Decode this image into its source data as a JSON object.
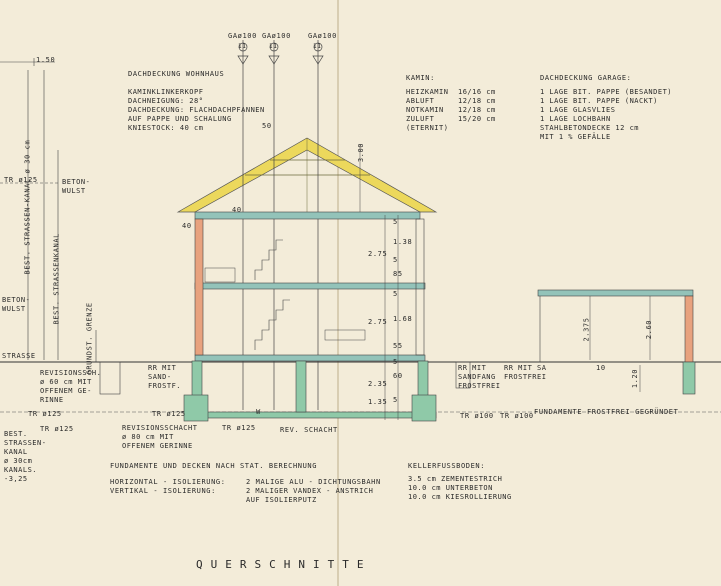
{
  "title": "QUERSCHNITTE",
  "left_labels": {
    "dim_top": "1.50",
    "tr_top": "TR ø125",
    "beton_wulst_top": [
      "BETON-",
      "WULST"
    ],
    "kanal_left": "BEST. STRASSEN-KANAL ø 30 cm",
    "kanal_right": "BEST. STRASSENKANAL",
    "beton_wulst_left": [
      "BETON-",
      "WULST"
    ],
    "strasse": "STRASSE",
    "grundst": "GRUNDST. GRENZE",
    "revisionssch": [
      "REVISIONSSCH.",
      "ø 60 cm MIT",
      "OFFENEM GE-",
      "RINNE"
    ],
    "tr_mid": "TR ø125",
    "tr_low": "TR ø125",
    "best_kanal": [
      "BEST.",
      "STRASSEN-",
      "KANAL",
      "ø 30cm",
      "KANALS.",
      "-3,25"
    ]
  },
  "vent_labels": [
    "GAø100",
    "GAø100",
    "GAø100"
  ],
  "vent_marks": [
    "11",
    "11",
    "11"
  ],
  "dachdeckung_wohnhaus": {
    "heading": "DACHDECKUNG WOHNHAUS",
    "lines": [
      "KAMINKLINKERKOPF",
      "DACHNEIGUNG: 28°",
      "DACHDECKUNG: FLACHDACHPFANNEN",
      "AUF PAPPE UND SCHALUNG",
      "KNIESTOCK: 40 cm"
    ]
  },
  "kamin": {
    "heading": "KAMIN:",
    "rows": [
      {
        "name": "HEIZKAMIN",
        "size": "16/16 cm"
      },
      {
        "name": "ABLUFT",
        "size": "12/18 cm"
      },
      {
        "name": "NOTKAMIN",
        "size": "12/18 cm"
      },
      {
        "name": "ZULUFT",
        "size": "15/20 cm"
      },
      {
        "name": "(ETERNIT)",
        "size": ""
      }
    ]
  },
  "dachdeckung_garage": {
    "heading": "DACHDECKUNG GARAGE:",
    "lines": [
      "1 LAGE BIT. PAPPE (BESANDET)",
      "1 LAGE BIT. PAPPE (NACKT)",
      "1 LAGE GLASVLIES",
      "1 LAGE LOCHBAHN",
      "STAHLBETONDECKE 12 cm",
      "MIT 1 % GEFÄLLE"
    ]
  },
  "section_labels": {
    "dim_50": "50",
    "dim_300": "3.00",
    "dim_40a": "40",
    "dim_40b": "40",
    "dims_right": [
      "5",
      "1.38",
      "5",
      "2.75",
      "85",
      "5",
      "1.68",
      "2.75",
      "55",
      "5",
      "60",
      "2.35",
      "1.35",
      "5"
    ],
    "rr_left": [
      "RR MIT",
      "SAND-",
      "FROSTF."
    ],
    "rr_right": [
      "RR MIT",
      "SANDFANG",
      "FROSTFREI"
    ],
    "rr_garage": [
      "RR MIT SA",
      "FROSTFREI"
    ],
    "tr_125_a": "TR ø125",
    "tr_125_b": "TR ø125",
    "tr_100a": "TR ø100",
    "tr_100b": "TR ø100",
    "rev_schacht": "REV. SCHACHT",
    "w_mark": "W",
    "revisionsschacht": [
      "REVISIONSSCHACHT",
      "ø 80 cm MIT",
      "OFFENEM GERINNE"
    ]
  },
  "garage_dims": [
    "2.375",
    "2.60",
    "1.20",
    "10"
  ],
  "fundamente_garage": "FUNDAMENTE FROSTFREI GEGRÜNDET",
  "notes": {
    "fundamente": "FUNDAMENTE UND DECKEN NACH STAT. BERECHNUNG",
    "horizontal_label": "HORIZONTAL - ISOLIERUNG:",
    "horizontal_value": "2 MALIGE ALU - DICHTUNGSBAHN",
    "vertikal_label": "VERTIKAL - ISOLIERUNG:",
    "vertikal_value": [
      "2 MALIGER VANDEX - ANSTRICH",
      "AUF ISOLIERPUTZ"
    ]
  },
  "kellerfussboden": {
    "heading": "KELLERFUSSBODEN:",
    "lines": [
      "3.5 cm ZEMENTESTRICH",
      "10.0 cm UNTERBETON",
      "10.0 cm KIESROLLIERUNG"
    ]
  },
  "colors": {
    "paper": "#f3ecd9",
    "ink": "#2a2a2a",
    "roof": "#ecd85c",
    "slab": "#93c3b9",
    "wall": "#e8a27e",
    "foundation": "#8fc9a8"
  }
}
